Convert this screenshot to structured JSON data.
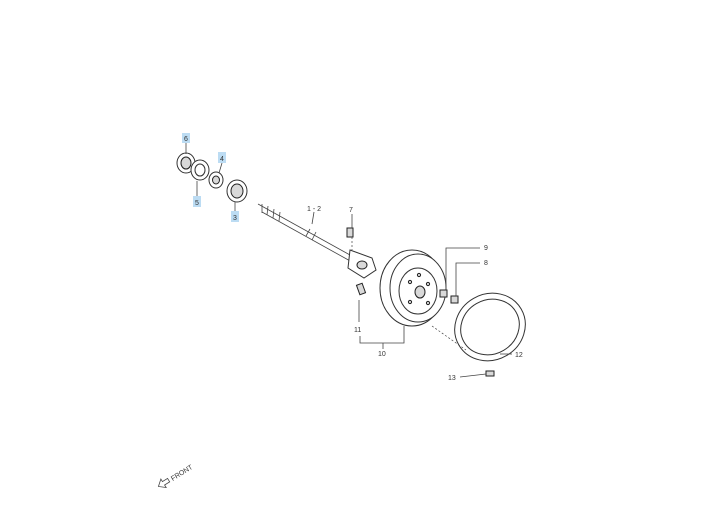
{
  "diagram": {
    "callouts": {
      "c6": "6",
      "c5": "5",
      "c4": "4",
      "c3": "3",
      "c1_2": "1 - 2",
      "c7": "7",
      "c9": "9",
      "c8": "8",
      "c11": "11",
      "c10": "10",
      "c12": "12",
      "c13": "13"
    },
    "front_label": "FRONT"
  }
}
